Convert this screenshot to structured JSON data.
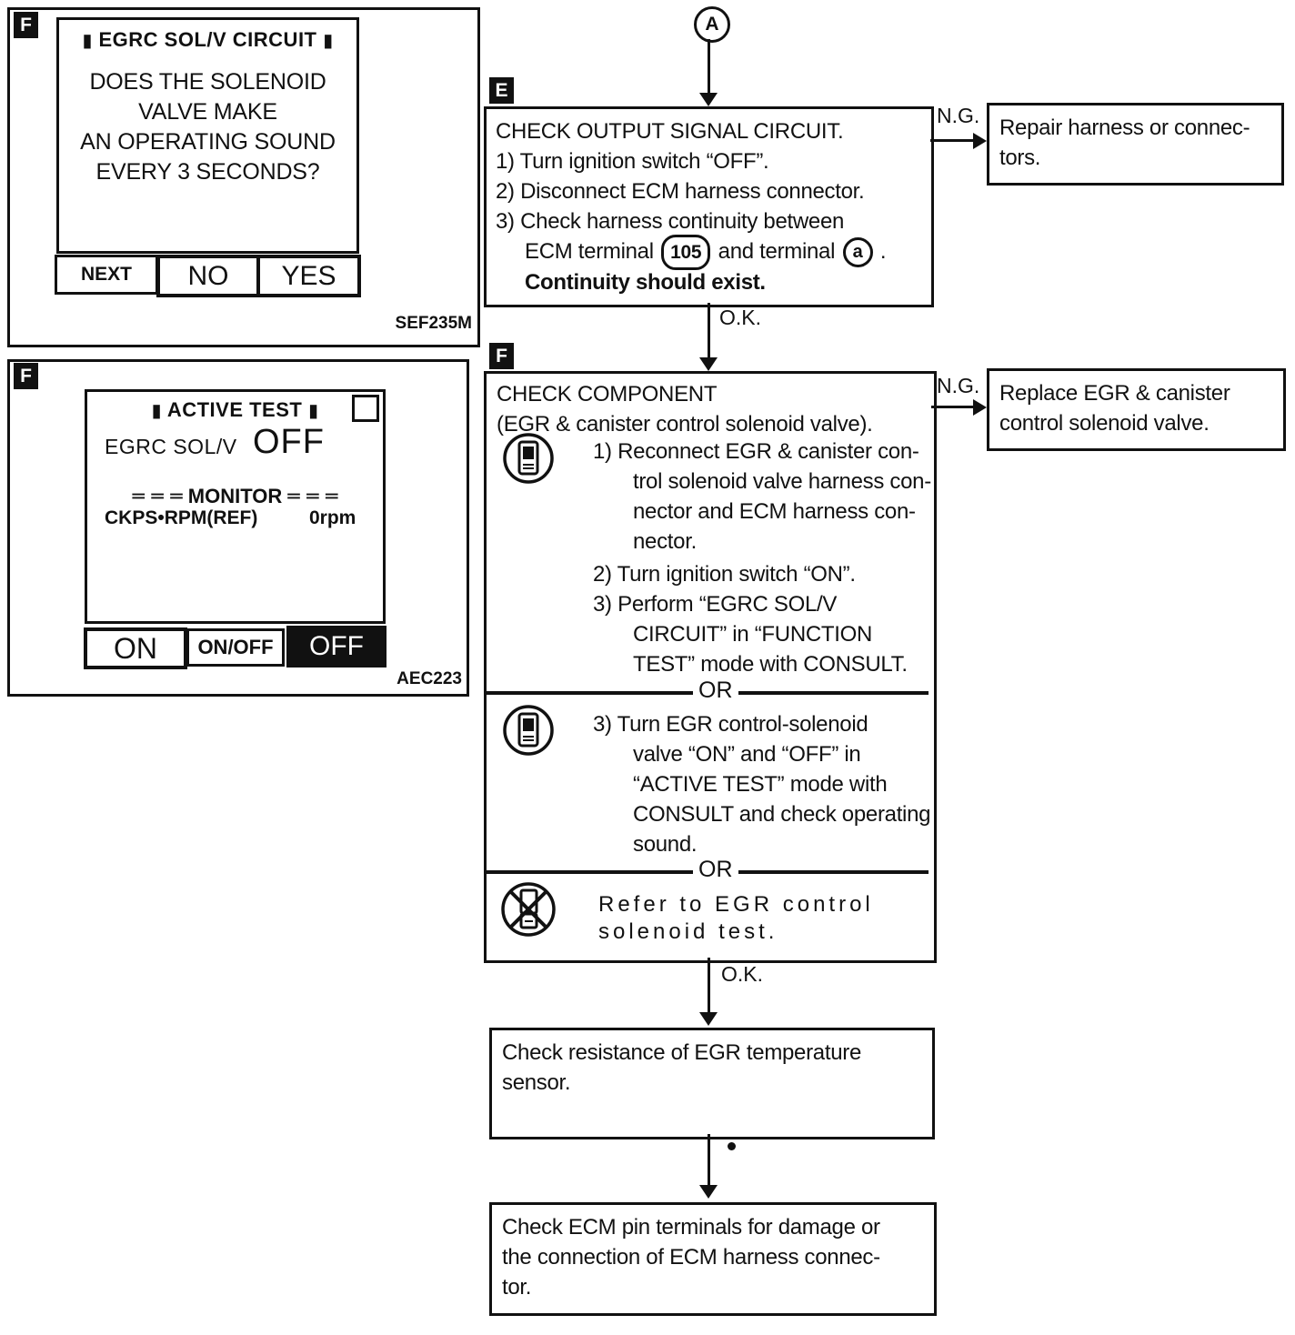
{
  "palette": {
    "ink": "#111111",
    "paper": "#ffffff"
  },
  "screen1": {
    "badge": "F",
    "marker": "▮",
    "title": "EGRC SOL/V CIRCUIT",
    "lines": [
      "DOES THE SOLENOID",
      "VALVE MAKE",
      "AN OPERATING SOUND",
      "EVERY 3 SECONDS?"
    ],
    "btn_next": "NEXT",
    "btn_no": "NO",
    "btn_yes": "YES",
    "code": "SEF235M"
  },
  "screen2": {
    "badge": "F",
    "marker": "▮",
    "title": "ACTIVE TEST",
    "param": "EGRC SOL/V",
    "value": "OFF",
    "monitor_left": "═ ═ ═",
    "monitor_label": "MONITOR",
    "monitor_right": "═ ═ ═",
    "row_label": "CKPS•RPM(REF)",
    "row_value": "0rpm",
    "btn_on": "ON",
    "btn_onoff": "ON/OFF",
    "btn_off": "OFF",
    "code": "AEC223"
  },
  "flow": {
    "connector": "A",
    "labels": {
      "ok": "O.K.",
      "ng": "N.G.",
      "or": "OR"
    },
    "box_e": {
      "badge": "E",
      "title": "CHECK OUTPUT SIGNAL CIRCUIT.",
      "step1": "1) Turn ignition switch “OFF”.",
      "step2": "2) Disconnect ECM harness connector.",
      "step3": "3) Check harness continuity between",
      "step3b_pre": "ECM terminal",
      "terminal1": "105",
      "step3b_mid": "and terminal",
      "terminal2": "a",
      "step3b_post": ".",
      "bold": "Continuity should exist."
    },
    "repair_box": [
      "Repair harness or connec-",
      "tors."
    ],
    "box_f": {
      "badge": "F",
      "title": "CHECK COMPONENT",
      "subtitle": "(EGR & canister control solenoid valve).",
      "s1": [
        "1) Reconnect EGR & canister con-",
        "trol solenoid valve harness con-",
        "nector and ECM harness con-",
        "nector."
      ],
      "s2": "2) Turn ignition switch “ON”.",
      "s3": [
        "3) Perform “EGRC SOL/V",
        "CIRCUIT” in “FUNCTION",
        "TEST” mode with CONSULT."
      ],
      "s3alt": [
        "3) Turn EGR control-solenoid",
        "valve “ON” and “OFF” in",
        "“ACTIVE TEST” mode with",
        "CONSULT and check operating",
        "sound."
      ],
      "refer": [
        "Refer to EGR control",
        "solenoid test."
      ]
    },
    "replace_box": [
      "Replace EGR & canister",
      "control solenoid valve."
    ],
    "resistance_box": [
      "Check resistance of EGR temperature",
      "sensor."
    ],
    "ecm_box": [
      "Check ECM pin terminals for damage or",
      "the connection of ECM harness connec-",
      "tor."
    ]
  }
}
